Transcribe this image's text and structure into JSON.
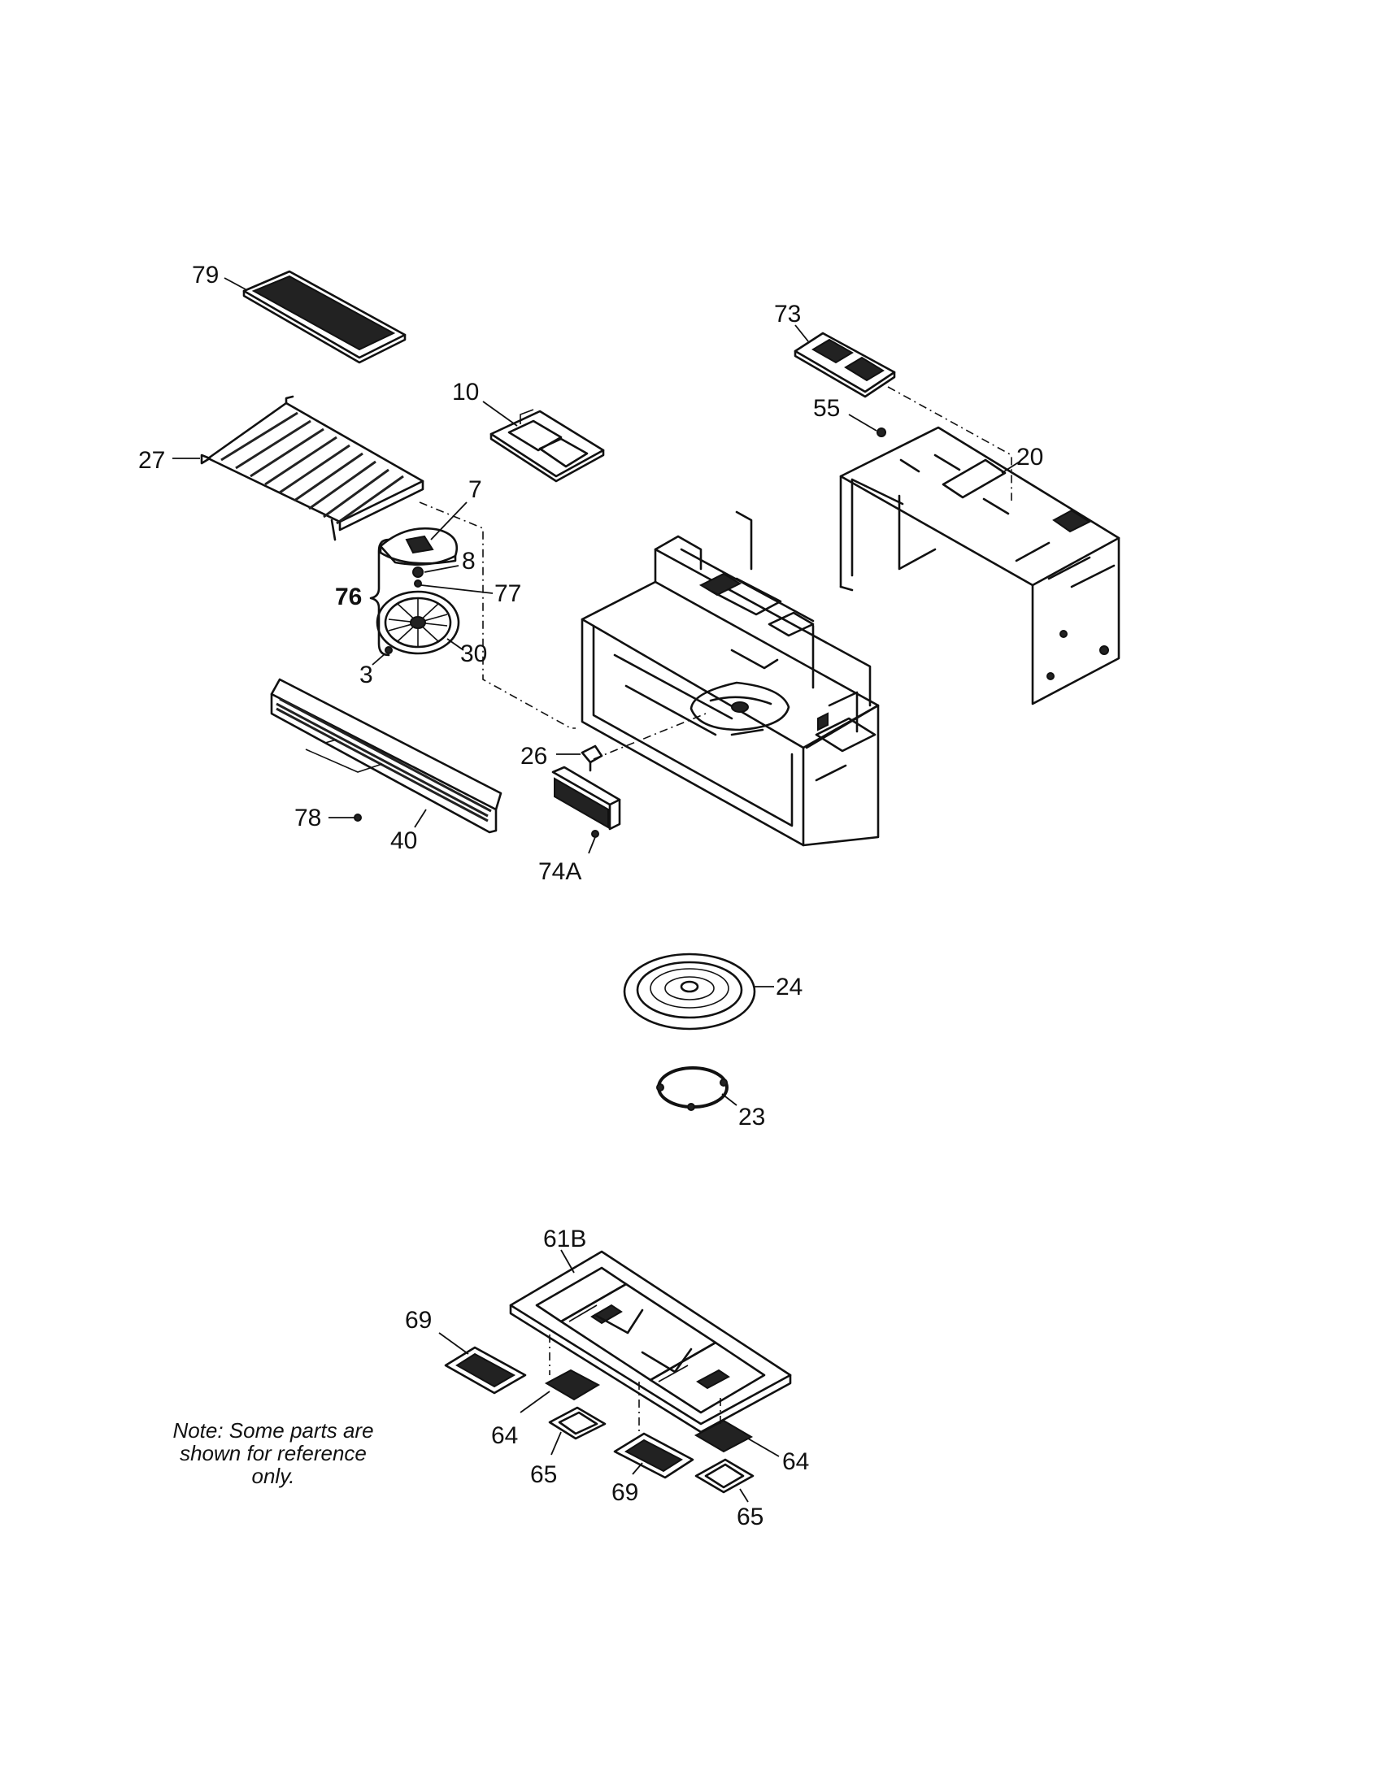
{
  "callouts": {
    "c79": "79",
    "c73": "73",
    "c10": "10",
    "c55": "55",
    "c27": "27",
    "c20": "20",
    "c7": "7",
    "c8": "8",
    "c76": "76",
    "c77": "77",
    "c3": "3",
    "c30": "30",
    "c26": "26",
    "c78": "78",
    "c40": "40",
    "c74a": "74A",
    "c24": "24",
    "c23": "23",
    "c61b": "61B",
    "c69a": "69",
    "c64a": "64",
    "c65a": "65",
    "c69b": "69",
    "c64b": "64",
    "c65b": "65"
  },
  "note": {
    "line1": "Note: Some parts are",
    "line2": "shown for reference",
    "line3": "only."
  }
}
